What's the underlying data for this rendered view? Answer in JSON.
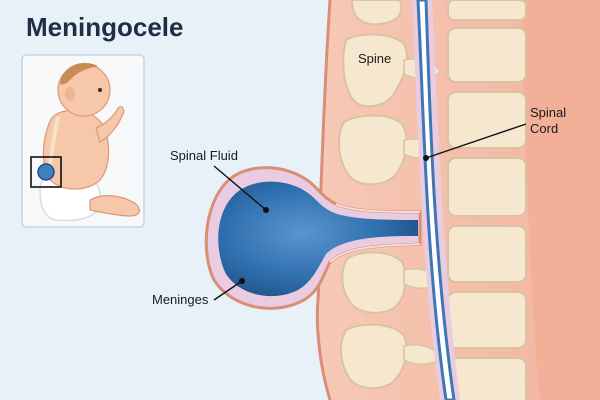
{
  "title": "Meningocele",
  "labels": {
    "spine": "Spine",
    "spinal_cord_line1": "Spinal",
    "spinal_cord_line2": "Cord",
    "spinal_fluid": "Spinal Fluid",
    "meninges": "Meninges"
  },
  "colors": {
    "background": "#e8f1f8",
    "skin": "#f6cdb8",
    "tissue": "#f3b9a4",
    "vertebra": "#f6e8cf",
    "vertebra_outline": "#d9c3a2",
    "meninges": "#e9cbe2",
    "fluid": "#2f6fae",
    "fluid_dark": "#1f4f86",
    "cord": "#ffffff",
    "cord_outline": "#3f77b4",
    "title": "#1e2f45"
  }
}
